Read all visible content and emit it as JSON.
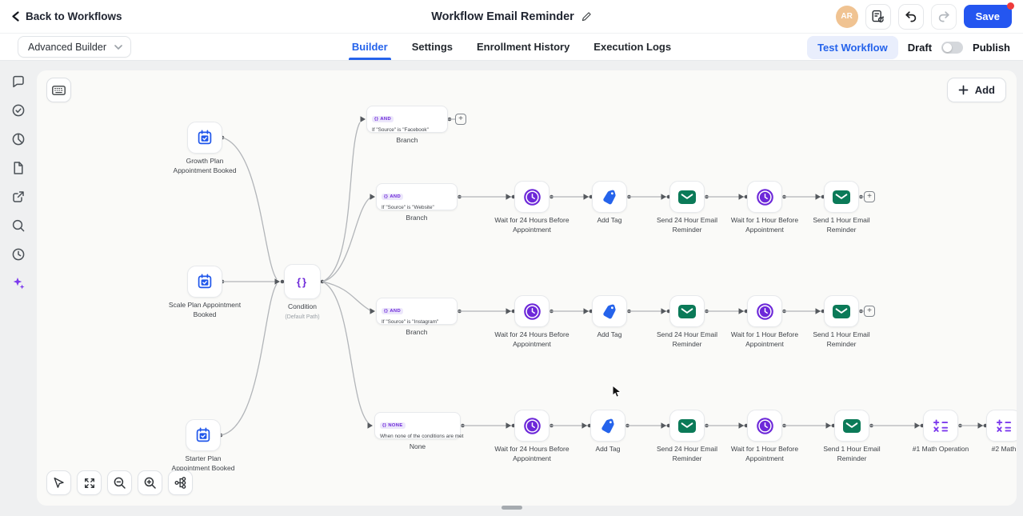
{
  "header": {
    "back_label": "Back to Workflows",
    "title": "Workflow Email Reminder",
    "avatar_initials": "AR",
    "save_label": "Save"
  },
  "nav": {
    "builder_select": "Advanced Builder",
    "tabs": [
      {
        "label": "Builder",
        "active": true
      },
      {
        "label": "Settings",
        "active": false
      },
      {
        "label": "Enrollment History",
        "active": false
      },
      {
        "label": "Execution Logs",
        "active": false
      }
    ],
    "test_workflow_label": "Test Workflow",
    "draft_label": "Draft",
    "publish_label": "Publish",
    "publish_toggle_on": false
  },
  "sidebar": {
    "icons": [
      "comment-icon",
      "check-circle-icon",
      "pie-chart-icon",
      "document-icon",
      "external-link-icon",
      "search-icon",
      "history-clock-icon",
      "ai-sparkles-icon"
    ]
  },
  "canvas": {
    "add_button_label": "Add",
    "triggers": [
      {
        "label_lines": [
          "Growth Plan",
          "Appointment Booked"
        ]
      },
      {
        "label_lines": [
          "Scale Plan Appointment",
          "Booked"
        ]
      },
      {
        "label_lines": [
          "Starter Plan",
          "Appointment Booked"
        ]
      }
    ],
    "condition": {
      "glyph": "{}",
      "label": "Condition",
      "sublabel": "(Default Path)"
    },
    "branches": [
      {
        "badge": "AND",
        "text": "If \"Source\" is \"Facebook\"",
        "label": "Branch"
      },
      {
        "badge": "AND",
        "text": "If \"Source\" is \"Website\"",
        "label": "Branch"
      },
      {
        "badge": "AND",
        "text": "If \"Source\" is \"Instagram\"",
        "label": "Branch"
      },
      {
        "badge": "NONE",
        "text": "When none of the conditions are met",
        "label": "None"
      }
    ],
    "actions": {
      "wait24": {
        "icon": "clock-icon",
        "label_lines": [
          "Wait for 24 Hours Before",
          "Appointment"
        ]
      },
      "addtag": {
        "icon": "tag-icon",
        "label_lines": [
          "Add Tag"
        ]
      },
      "send24": {
        "icon": "email-icon",
        "label_lines": [
          "Send 24 Hour Email",
          "Reminder"
        ]
      },
      "wait1": {
        "icon": "clock-icon",
        "label_lines": [
          "Wait for 1 Hour Before",
          "Appointment"
        ]
      },
      "send1": {
        "icon": "email-icon",
        "label_lines": [
          "Send 1 Hour Email",
          "Reminder"
        ]
      },
      "math1": {
        "icon": "math-icon",
        "label_lines": [
          "#1 Math Operation"
        ]
      },
      "math2": {
        "icon": "math-icon",
        "label_lines": [
          "#2 Math"
        ]
      }
    },
    "rows": [
      {
        "nodes": [
          "wait24",
          "addtag",
          "send24",
          "wait1",
          "send1"
        ],
        "plus_end": true
      },
      {
        "nodes": [
          "wait24",
          "addtag",
          "send24",
          "wait1",
          "send1"
        ],
        "plus_end": true
      },
      {
        "nodes": [
          "wait24",
          "addtag",
          "send24",
          "wait1",
          "send1",
          "math1",
          "math2"
        ],
        "plus_end": false
      }
    ]
  },
  "colors": {
    "accent": "#2563eb",
    "purple": "#6d28d9",
    "green": "#0b7a58",
    "tag_blue": "#2563eb",
    "badge_bg": "#ece7fb",
    "save_button": "#2456f0",
    "notification_dot": "#ee3b3b"
  }
}
